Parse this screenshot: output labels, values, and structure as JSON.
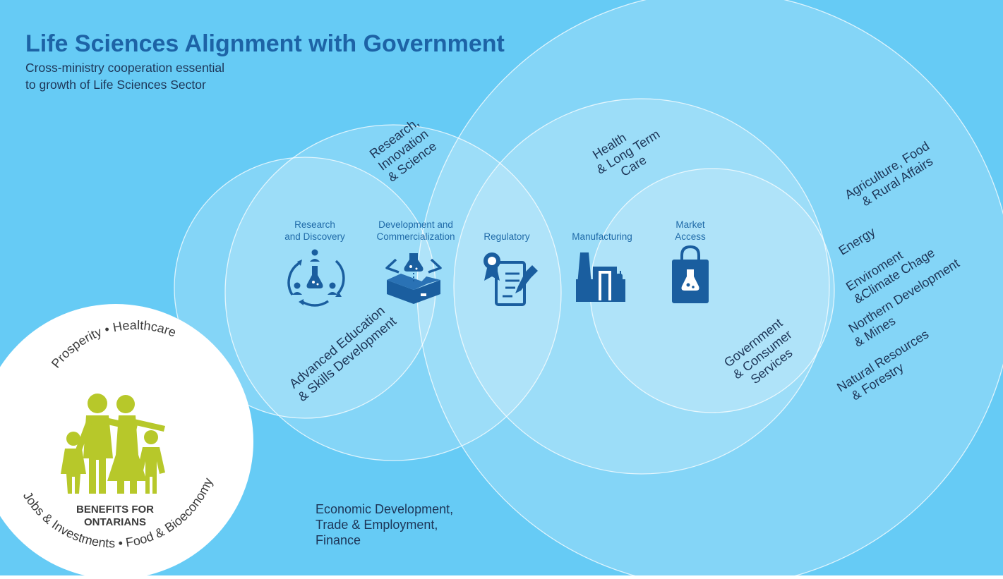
{
  "colors": {
    "background": "#66cbf5",
    "circle_fill": "#ffffff",
    "title": "#1d63a6",
    "body_text": "#1d3557",
    "icon": "#1a5e9f",
    "stage_label": "#1f6aa8",
    "family": "#b7c82a",
    "benefits_text": "#3b3b3b",
    "benefits_label": "#1f6aa8"
  },
  "header": {
    "title": "Life Sciences Alignment with Government",
    "subtitle_line1": "Cross-ministry cooperation essential",
    "subtitle_line2": "to growth of Life Sciences Sector"
  },
  "ministries": {
    "research": [
      "Research,",
      "Innovation",
      "& Science"
    ],
    "health": [
      "Health",
      "& Long Term",
      "Care"
    ],
    "education": [
      "Advanced Education",
      "& Skills Development"
    ],
    "government": [
      "Government",
      "& Consumer",
      "Services"
    ],
    "economic": [
      "Economic Development,",
      "Trade & Employment,",
      "Finance"
    ],
    "agriculture": [
      "Agriculture, Food",
      "& Rural Affairs"
    ],
    "energy": [
      "Energy"
    ],
    "environment": [
      "Enviroment",
      "&Climate Chage"
    ],
    "northern": [
      "Northern Development",
      "& Mines"
    ],
    "natural": [
      "Natural Resources",
      "& Forestry"
    ]
  },
  "stages": [
    {
      "line1": "Research",
      "line2": "and Discovery",
      "icon": "research-discovery-icon"
    },
    {
      "line1": "Development and",
      "line2": "Commercialization",
      "icon": "development-box-icon"
    },
    {
      "line1": "Regulatory",
      "line2": "",
      "icon": "regulatory-certificate-icon"
    },
    {
      "line1": "Manufacturing",
      "line2": "",
      "icon": "manufacturing-factory-icon"
    },
    {
      "line1": "Market",
      "line2": "Access",
      "icon": "market-bag-icon"
    }
  ],
  "benefits": {
    "top_arc": "Prosperity • Healthcare",
    "bottom_arc": "Jobs & Investments • Food & Bioeconomy",
    "label_line1": "BENEFITS FOR",
    "label_line2": "ONTARIANS"
  }
}
